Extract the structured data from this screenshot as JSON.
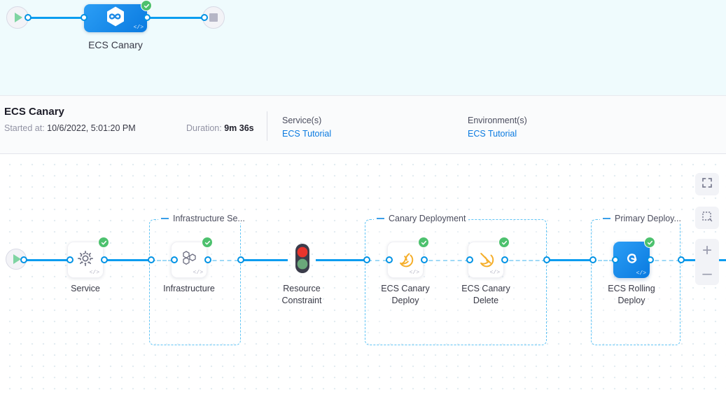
{
  "minimap": {
    "start_icon": "play-icon",
    "end_icon": "stop-icon",
    "node": {
      "icon": "harness-hexagon-icon",
      "label": "ECS Canary",
      "status": "success",
      "code_badge": "</>"
    }
  },
  "execution_header": {
    "title": "ECS Canary",
    "started_label": "Started at: ",
    "started_value": "10/6/2022, 5:01:20 PM",
    "duration_label": "Duration: ",
    "duration_value": "9m 36s",
    "services": {
      "label": "Service(s)",
      "value": "ECS Tutorial"
    },
    "environments": {
      "label": "Environment(s)",
      "value": "ECS Tutorial"
    }
  },
  "graph": {
    "start_icon": "play-icon",
    "groups": [
      {
        "id": "infrastructure-section",
        "title": "Infrastructure Se..."
      },
      {
        "id": "canary-deployment",
        "title": "Canary Deployment"
      },
      {
        "id": "primary-deployment",
        "title": "Primary Deploy..."
      }
    ],
    "steps": [
      {
        "id": "service",
        "label": "Service",
        "icon": "gear-icon",
        "status": "success",
        "code_badge": "</>",
        "style": "white"
      },
      {
        "id": "infrastructure",
        "label": "Infrastructure",
        "icon": "hexagon-cluster-icon",
        "status": "success",
        "code_badge": "</>",
        "style": "white"
      },
      {
        "id": "resource-constraint",
        "label": "Resource\nConstraint",
        "icon": "traffic-light-icon",
        "status": "none",
        "code_badge": "",
        "style": "bare"
      },
      {
        "id": "ecs-canary-deploy",
        "label": "ECS Canary\nDeploy",
        "icon": "canary-bird-icon",
        "status": "success",
        "code_badge": "</>",
        "style": "white"
      },
      {
        "id": "ecs-canary-delete",
        "label": "ECS Canary\nDelete",
        "icon": "canary-delete-icon",
        "status": "success",
        "code_badge": "</>",
        "style": "white"
      },
      {
        "id": "ecs-rolling-deploy",
        "label": "ECS Rolling\nDeploy",
        "icon": "ecs-rolling-icon",
        "status": "success",
        "code_badge": "</>",
        "style": "blue"
      }
    ],
    "step_labels": {
      "service": "Service",
      "infrastructure": "Infrastructure",
      "resource_constraint_line1": "Resource",
      "resource_constraint_line2": "Constraint",
      "canary_deploy_line1": "ECS Canary",
      "canary_deploy_line2": "Deploy",
      "canary_delete_line1": "ECS Canary",
      "canary_delete_line2": "Delete",
      "rolling_deploy_line1": "ECS Rolling",
      "rolling_deploy_line2": "Deploy"
    },
    "controls": {
      "fullscreen": "fullscreen-icon",
      "fit_to_screen": "fit-to-screen-icon",
      "zoom_in": "+",
      "zoom_out": "–"
    }
  },
  "colors": {
    "accent_blue": "#0a7ae0",
    "link_blue": "#0b9df0",
    "success_green": "#4dc16e",
    "canary_yellow": "#f5ae2a",
    "group_dash": "#5fc4f5",
    "minimap_bg": "#effbfd",
    "header_bg": "#fafbfc"
  }
}
